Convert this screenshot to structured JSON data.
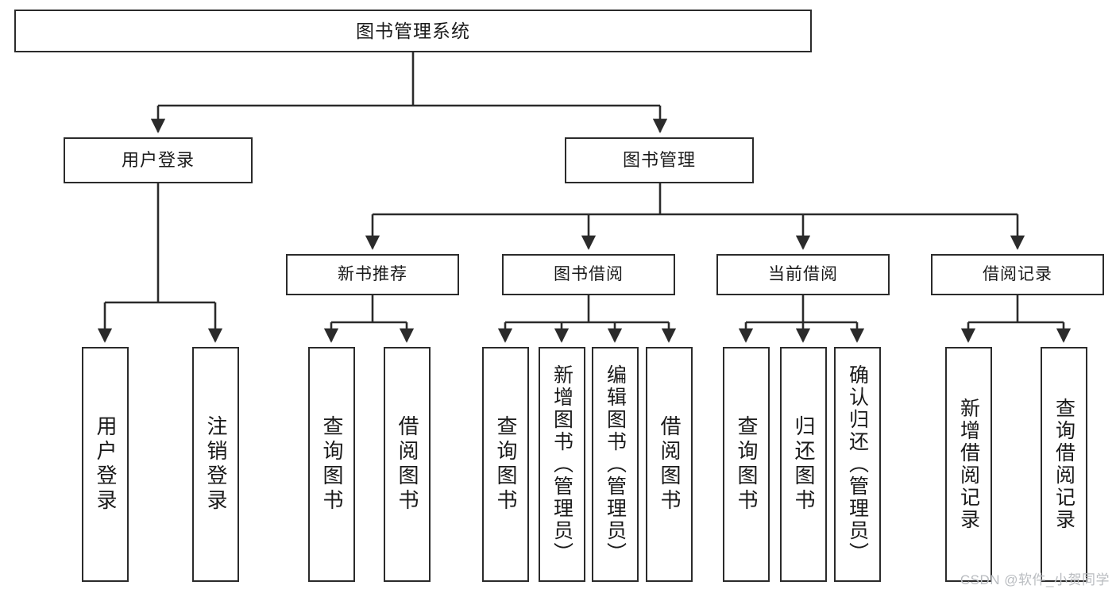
{
  "diagram": {
    "title": "图书管理系统",
    "type": "hierarchy-tree",
    "watermark": "CSDN @软件_小贺同学",
    "colors": {
      "background": "#ffffff",
      "box_border": "#2b2b2b",
      "box_fill": "#ffffff",
      "text": "#1a1a1a",
      "connector": "#2b2b2b",
      "watermark": "#b9bcc0"
    },
    "root": {
      "label": "图书管理系统"
    },
    "level1": [
      {
        "label": "用户登录"
      },
      {
        "label": "图书管理"
      }
    ],
    "level2": [
      {
        "label": "新书推荐"
      },
      {
        "label": "图书借阅"
      },
      {
        "label": "当前借阅"
      },
      {
        "label": "借阅记录"
      }
    ],
    "leaves": {
      "user_login": [
        {
          "label": "用户登录"
        },
        {
          "label": "注销登录"
        }
      ],
      "new_book_rec": [
        {
          "label": "查询图书"
        },
        {
          "label": "借阅图书"
        }
      ],
      "book_borrow": [
        {
          "label": "查询图书"
        },
        {
          "label": "新增图书（管理员）"
        },
        {
          "label": "编辑图书（管理员）"
        },
        {
          "label": "借阅图书"
        }
      ],
      "current_borrow": [
        {
          "label": "查询图书"
        },
        {
          "label": "归还图书"
        },
        {
          "label": "确认归还（管理员）"
        }
      ],
      "borrow_record": [
        {
          "label": "新增借阅记录"
        },
        {
          "label": "查询借阅记录"
        }
      ]
    }
  }
}
